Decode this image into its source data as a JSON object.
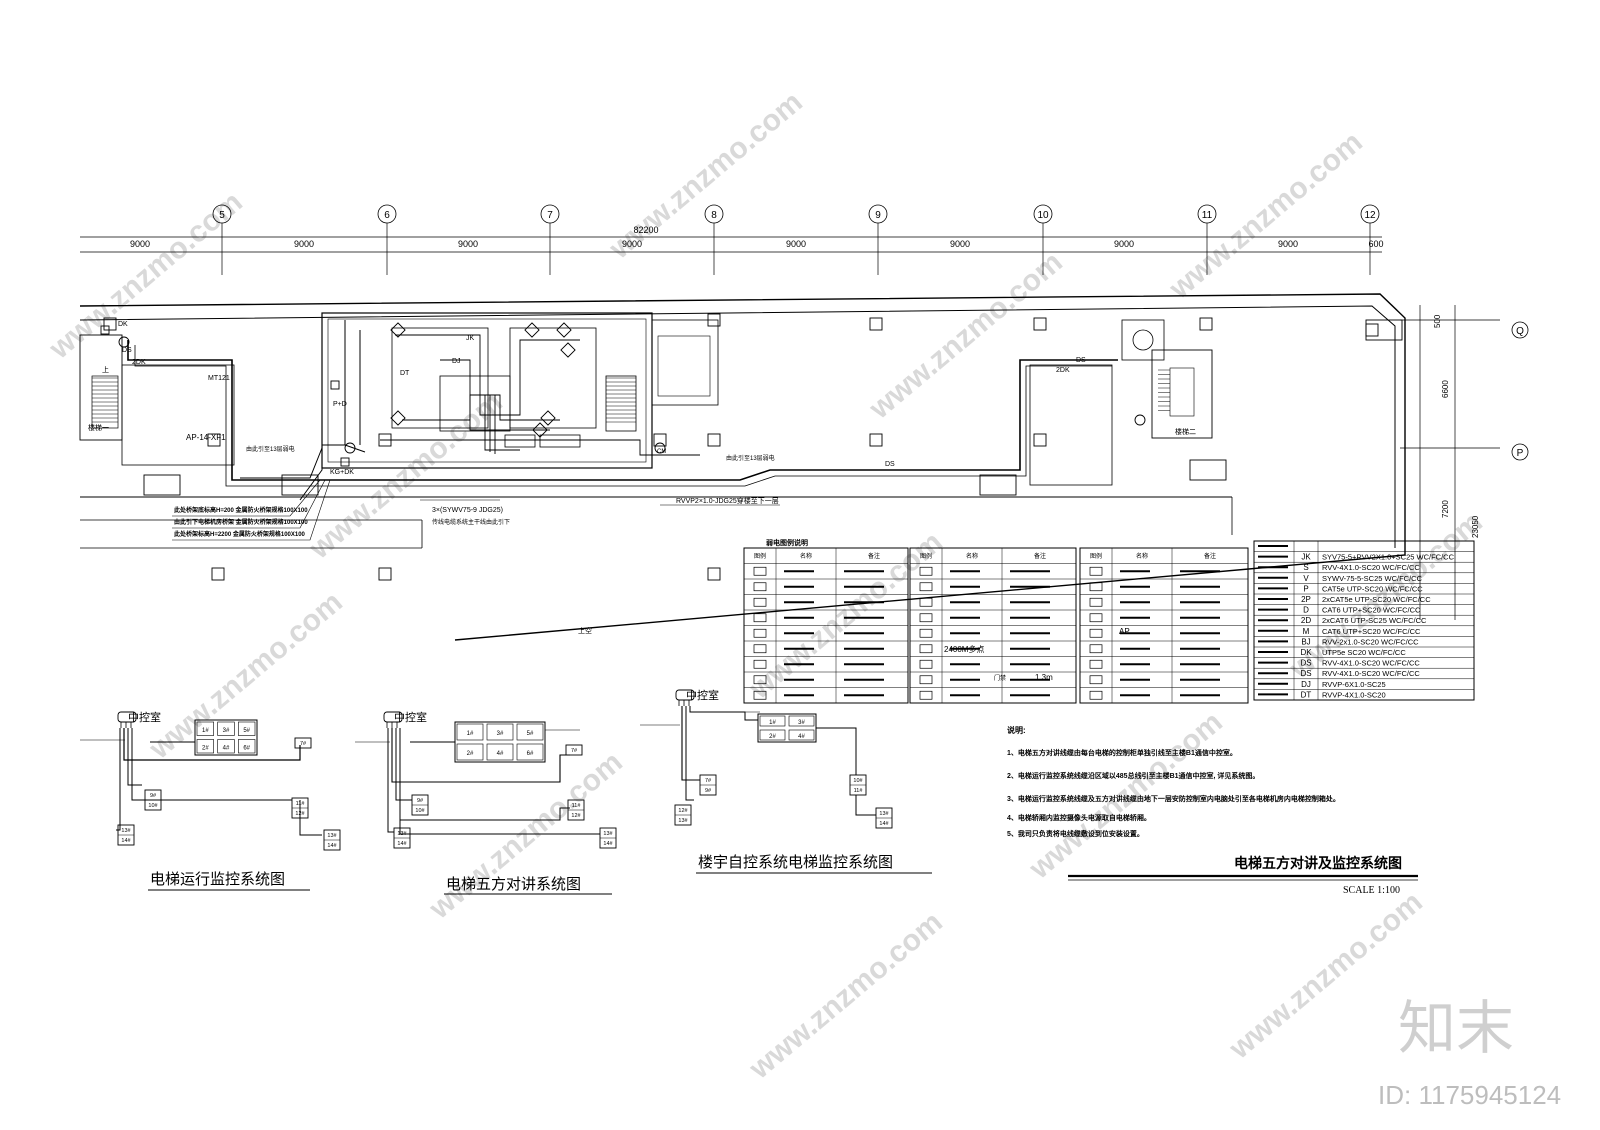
{
  "axis_labels": [
    "5",
    "6",
    "7",
    "8",
    "9",
    "10",
    "11",
    "12"
  ],
  "row_labels": [
    "Q",
    "P"
  ],
  "overall_dim": "82200",
  "bay_dims": [
    "9000",
    "9000",
    "9000",
    "9000",
    "9000",
    "9000",
    "9000",
    "9000",
    "600"
  ],
  "right_dims": [
    "500",
    "6600",
    "7200",
    "23050"
  ],
  "plan_labels": {
    "stair1": "楼梯一",
    "stair2": "楼梯二",
    "ap_box": "AP-14-XF1",
    "riser_note": "3×(SYWV75-9 JDG25)",
    "riser_note2": "传线电缆系统主干线由此引下",
    "rvvp_note": "RVVP2×1.0-JDG25穿楼至下一层",
    "void": "上空",
    "up": "上",
    "mt": "MT121",
    "up13_a": "由此引至13层弱电",
    "up13_b": "由此引至13层弱电",
    "tray1": "此处桥架底标高H=200 金属防火桥架规格100X100",
    "tray2": "由此引下电梯机房桥架 金属防火桥架规格100X100",
    "tray3": "此处桥架标高H=2200 金属防火桥架规格100X100",
    "codes": [
      "DK",
      "DS",
      "DJ",
      "DT",
      "JK",
      "2DK",
      "P+D",
      "KG+DK",
      "CM",
      "DS",
      "2DK",
      "DS"
    ]
  },
  "legend_title": "弱电图例说明",
  "legend_col_heads": [
    "图例",
    "名称",
    "备注"
  ],
  "legend_texts": [
    "2400M多点",
    "AP",
    "1.3m",
    "门禁"
  ],
  "cable_table": [
    {
      "code": "JK",
      "spec": "SYV75-5+RVV2X1.0+SC25 WC/FC/CC"
    },
    {
      "code": "S",
      "spec": "RVV-4X1.0-SC20 WC/FC/CC"
    },
    {
      "code": "V",
      "spec": "SYWV-75-5-SC25 WC/FC/CC"
    },
    {
      "code": "P",
      "spec": "CAT5e UTP-SC20 WC/FC/CC"
    },
    {
      "code": "2P",
      "spec": "2xCAT5e UTP-SC20 WC/FC/CC"
    },
    {
      "code": "D",
      "spec": "CAT6 UTP+SC20 WC/FC/CC"
    },
    {
      "code": "2D",
      "spec": "2xCAT6 UTP-SC25 WC/FC/CC"
    },
    {
      "code": "M",
      "spec": "CAT6 UTP+SC20 WC/FC/CC"
    },
    {
      "code": "BJ",
      "spec": "RVV-2x1.0-SC20 WC/FC/CC"
    },
    {
      "code": "DK",
      "spec": "UTP5e SC20 WC/FC/CC"
    },
    {
      "code": "DS",
      "spec": "RVV-4X1.0-SC20 WC/FC/CC"
    },
    {
      "code": "DS",
      "spec": "RVV-4X1.0-SC20 WC/FC/CC"
    },
    {
      "code": "DJ",
      "spec": "RVVP-6X1.0-SC25"
    },
    {
      "code": "DT",
      "spec": "RVVP-4X1.0-SC20"
    }
  ],
  "notes": {
    "title": "说明:",
    "items": [
      "1、电梯五方对讲线缆由每台电梯的控制柜单独引线至主楼B1通信中控室。",
      "2、电梯运行监控系统线缆沿区域以485总线引至主楼B1通信中控室, 详见系统图。",
      "3、电梯运行监控系统线缆及五方对讲线缆由地下一层安防控制室内电脑处引至各电梯机房内电梯控制箱处。",
      "4、电梯轿厢内监控摄像头电源取自电梯轿厢。",
      "5、我司只负责将电线缆敷设到位安装设置。"
    ]
  },
  "diagrams": [
    {
      "title": "电梯运行监控系统图",
      "room": "中控室",
      "units": [
        "1#",
        "3#",
        "5#",
        "2#",
        "4#",
        "6#",
        "7#",
        "9#",
        "10#",
        "11#",
        "12#",
        "13#",
        "14#"
      ]
    },
    {
      "title": "电梯五方对讲系统图",
      "room": "中控室",
      "units": [
        "1#",
        "3#",
        "5#",
        "2#",
        "4#",
        "6#",
        "7#",
        "9#",
        "10#",
        "11#",
        "12#",
        "13#",
        "14#"
      ]
    },
    {
      "title": "楼宇自控系统电梯监控系统图",
      "room": "中控室",
      "units": [
        "1#",
        "3#",
        "2#",
        "4#",
        "7#",
        "9#",
        "10#",
        "11#",
        "12#",
        "13#",
        "14#"
      ]
    }
  ],
  "sheet_title": "电梯五方对讲及监控系统图",
  "scale": "SCALE 1:100",
  "watermark": "www.znzmo.com",
  "brand": "知末",
  "id_label": "ID: 1175945124"
}
